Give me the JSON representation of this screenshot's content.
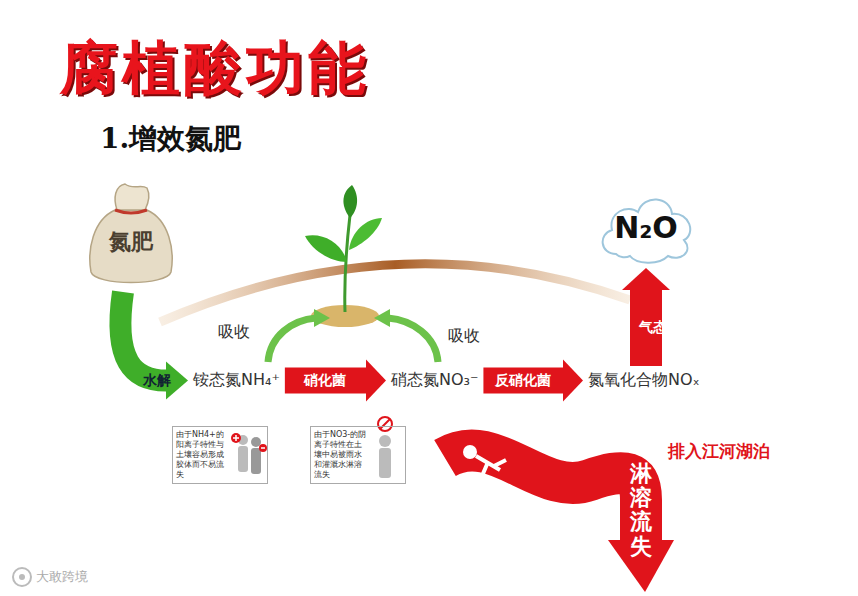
{
  "diagram": {
    "title": "腐植酸功能",
    "nodes": [
      {
        "text": [
          "氮肥"
        ]
      },
      {
        "text": [
          "铵态氮NH₄⁺"
        ]
      },
      {
        "text": [
          "硝态氮NO₃⁻"
        ]
      },
      {
        "text": [
          "氮氧化合物NOₓ"
        ]
      },
      {
        "text": [
          "N₂O"
        ]
      },
      {
        "text": [
          "由于NH4+的阳离子特性与土壤容易形成胶体而不易流失"
        ]
      },
      {
        "text": [
          "由于NO3-的阴离子特性在土壤中易被雨水和灌溉水淋溶流失"
        ]
      }
    ],
    "edges": [
      {
        "from": 0,
        "to": 1,
        "label": "水解",
        "arrow": "to"
      },
      {
        "from": 1,
        "to": 2,
        "label": "硝化菌",
        "arrow": "to"
      },
      {
        "from": 2,
        "to": 3,
        "label": "反硝化菌",
        "arrow": "to"
      },
      {
        "from": 3,
        "to": 4,
        "label": "气态流失",
        "arrow": "to"
      }
    ],
    "labels": [
      "1.增效氮肥",
      "吸收",
      "吸收",
      "淋溶流失",
      "排入江河湖泊",
      "大敢跨境"
    ]
  }
}
